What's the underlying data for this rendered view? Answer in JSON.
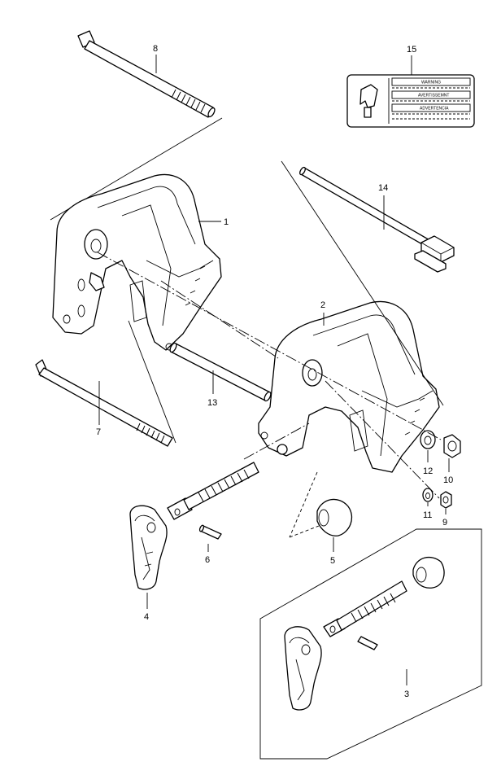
{
  "callouts": [
    {
      "id": "1",
      "label": "1"
    },
    {
      "id": "2",
      "label": "2"
    },
    {
      "id": "3",
      "label": "3"
    },
    {
      "id": "4",
      "label": "4"
    },
    {
      "id": "5",
      "label": "5"
    },
    {
      "id": "6",
      "label": "6"
    },
    {
      "id": "7",
      "label": "7"
    },
    {
      "id": "8",
      "label": "8"
    },
    {
      "id": "9",
      "label": "9"
    },
    {
      "id": "10",
      "label": "10"
    },
    {
      "id": "11",
      "label": "11"
    },
    {
      "id": "12",
      "label": "12"
    },
    {
      "id": "13",
      "label": "13"
    },
    {
      "id": "14",
      "label": "14"
    },
    {
      "id": "15",
      "label": "15"
    }
  ],
  "label_15": {
    "row1": "WARNING",
    "row2": "AVERTISSEMNT",
    "row3": "ADVERTENCIA"
  }
}
